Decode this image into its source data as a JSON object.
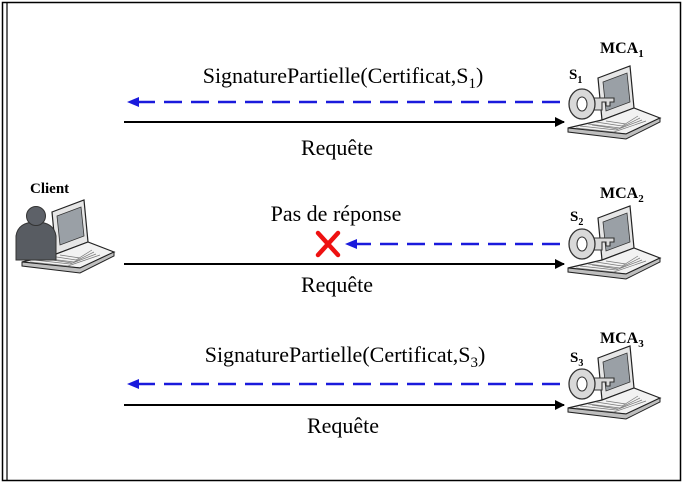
{
  "client": {
    "label": "Client"
  },
  "rows": [
    {
      "server": "MCA",
      "server_sub": "1",
      "share": "S",
      "share_sub": "1",
      "request": "Requête",
      "reply_prefix": "SignaturePartielle(Certificat,S",
      "reply_sub": "1",
      "reply_suffix": ")",
      "reply_status": "received"
    },
    {
      "server": "MCA",
      "server_sub": "2",
      "share": "S",
      "share_sub": "2",
      "request": "Requête",
      "reply_text": "Pas de réponse",
      "reply_status": "lost"
    },
    {
      "server": "MCA",
      "server_sub": "3",
      "share": "S",
      "share_sub": "3",
      "request": "Requête",
      "reply_prefix": "SignaturePartielle(Certificat,S",
      "reply_sub": "3",
      "reply_suffix": ")",
      "reply_status": "received"
    }
  ],
  "colors": {
    "request_arrow": "#000000",
    "reply_arrow": "#1a1adc",
    "lost_mark": "#ee1111",
    "frame": "#000000"
  },
  "icons": {
    "client": "user-laptop-icon",
    "server": "key-laptop-icon",
    "lost": "red-x-icon"
  }
}
